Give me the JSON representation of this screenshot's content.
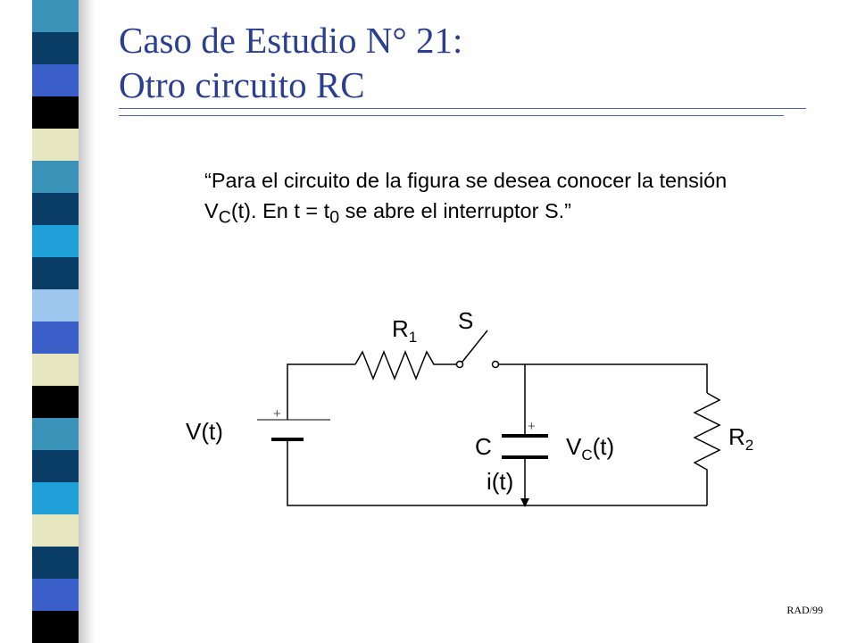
{
  "slide": {
    "title_line1": "Caso de Estudio N° 21:",
    "title_line2": "Otro circuito RC",
    "quote": {
      "part1": "“Para el circuito de la figura se desea conocer la tensión V",
      "sub1": "C",
      "part2": "(t). En t = t",
      "sub2": "0",
      "part3": " se abre el interruptor S.”"
    },
    "footer": "RAD/99"
  },
  "colors": {
    "title": "#2a3f8f",
    "rule": "#4b62b8",
    "strip": [
      "#3a92b8",
      "#0a3d66",
      "#3a5fc8",
      "#000000",
      "#e6e6c0",
      "#3a92b8",
      "#0a3d66",
      "#1fa0d8",
      "#0a3d66",
      "#9ec7f0",
      "#3a5fc8",
      "#e6e6c0",
      "#000000",
      "#3a92b8",
      "#0a3d66",
      "#1fa0d8",
      "#e6e6c0",
      "#0a3d66",
      "#3a5fc8",
      "#000000"
    ]
  },
  "circuit": {
    "source_label": "V(t)",
    "r1_label": "R",
    "r1_sub": "1",
    "switch_label": "S",
    "capacitor_label": "C",
    "vc_label": "V",
    "vc_sub": "C",
    "vc_suffix": "(t)",
    "current_label": "i(t)",
    "r2_label": "R",
    "r2_sub": "2",
    "plus_sign": "+"
  }
}
